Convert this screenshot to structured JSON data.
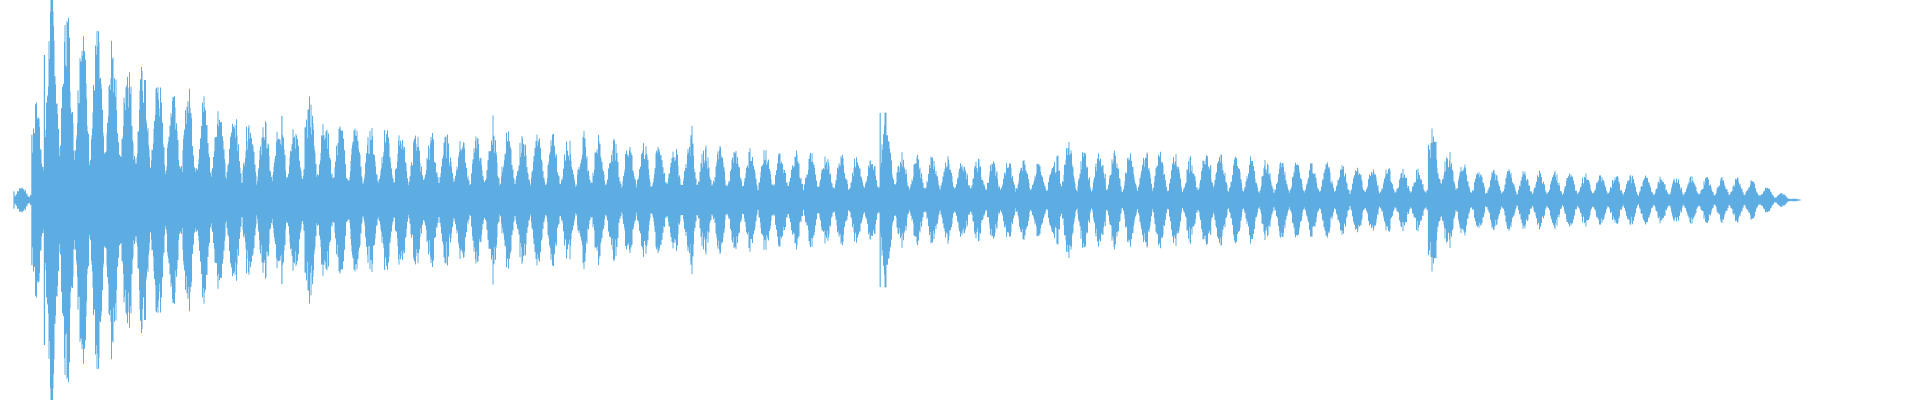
{
  "colors": {
    "background": "#ffffff",
    "waveform": "#5dade2"
  },
  "waveform": {
    "duration_fraction_drawn": 0.94,
    "events": [
      {
        "t": 0.0,
        "amp": 0.06,
        "decay": 0.5,
        "ring": 0.0
      },
      {
        "t": 0.01,
        "amp": 0.45,
        "decay": 0.6,
        "ring": 0.1
      },
      {
        "t": 0.017,
        "amp": 1.0,
        "decay": 0.12,
        "ring": 0.22
      },
      {
        "t": 0.15,
        "amp": 0.58,
        "decay": 0.01,
        "ring": 0.07
      },
      {
        "t": 0.163,
        "amp": 0.5,
        "decay": 0.05,
        "ring": 0.1
      },
      {
        "t": 0.177,
        "amp": 0.2,
        "decay": 0.1,
        "ring": 0.06
      },
      {
        "t": 0.268,
        "amp": 0.38,
        "decay": 0.02,
        "ring": 0.1
      },
      {
        "t": 0.319,
        "amp": 0.28,
        "decay": 0.02,
        "ring": 0.09
      },
      {
        "t": 0.354,
        "amp": 0.14,
        "decay": 0.04,
        "ring": 0.06
      },
      {
        "t": 0.379,
        "amp": 0.42,
        "decay": 0.01,
        "ring": 0.06
      },
      {
        "t": 0.39,
        "amp": 0.1,
        "decay": 0.04,
        "ring": 0.05
      },
      {
        "t": 0.485,
        "amp": 0.6,
        "decay": 0.01,
        "ring": 0.05
      },
      {
        "t": 0.584,
        "amp": 0.3,
        "decay": 0.015,
        "ring": 0.12
      },
      {
        "t": 0.611,
        "amp": 0.18,
        "decay": 0.02,
        "ring": 0.06
      },
      {
        "t": 0.634,
        "amp": 0.24,
        "decay": 0.02,
        "ring": 0.1
      },
      {
        "t": 0.665,
        "amp": 0.2,
        "decay": 0.02,
        "ring": 0.1
      },
      {
        "t": 0.67,
        "amp": 0.24,
        "decay": 0.02,
        "ring": 0.08
      },
      {
        "t": 0.693,
        "amp": 0.12,
        "decay": 0.02,
        "ring": 0.07
      },
      {
        "t": 0.792,
        "amp": 0.38,
        "decay": 0.02,
        "ring": 0.06
      }
    ],
    "baseline": 0.05,
    "pulse_spacing": 0.0085
  }
}
